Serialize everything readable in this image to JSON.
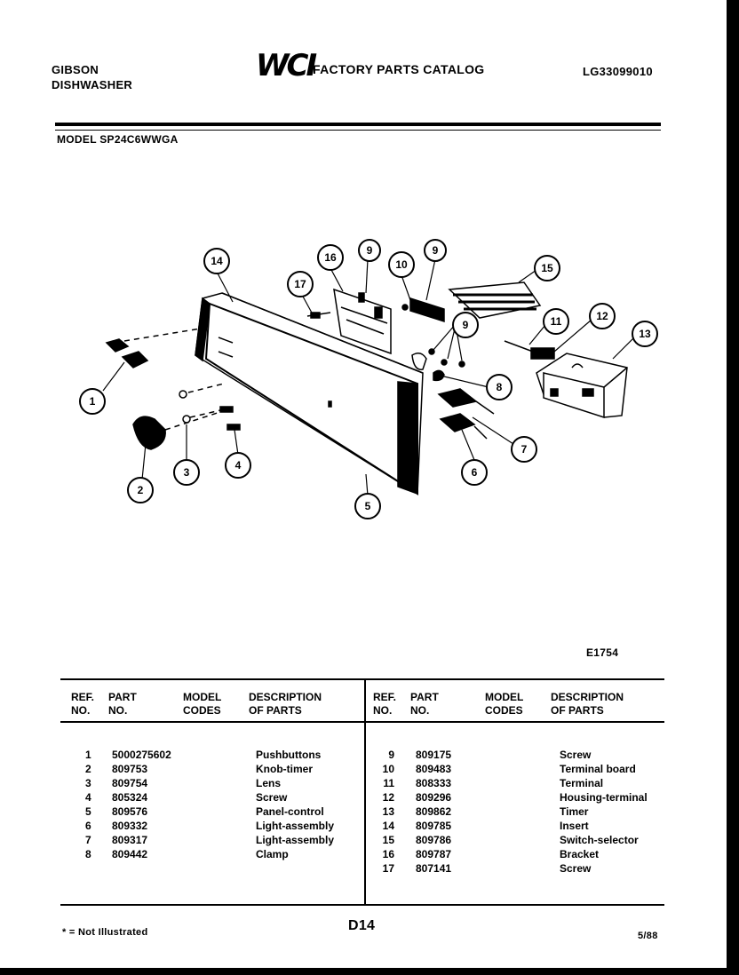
{
  "header": {
    "brand_line1": "GIBSON",
    "brand_line2": "DISHWASHER",
    "logo_text": "WCI",
    "catalog_title": "FACTORY PARTS CATALOG",
    "catalog_code": "LG33099010",
    "model_line": "MODEL SP24C6WWGA"
  },
  "diagram": {
    "callouts": [
      "1",
      "2",
      "3",
      "4",
      "5",
      "6",
      "7",
      "8",
      "9",
      "9",
      "9",
      "10",
      "11",
      "12",
      "13",
      "14",
      "15",
      "16",
      "17"
    ],
    "figure_code": "E1754"
  },
  "table": {
    "headers": {
      "ref": [
        "REF.",
        "NO."
      ],
      "part": [
        "PART",
        "NO."
      ],
      "model": [
        "MODEL",
        "CODES"
      ],
      "desc": [
        "DESCRIPTION",
        "OF PARTS"
      ]
    },
    "left_rows": [
      {
        "ref": "1",
        "part": "5000275602",
        "desc": "Pushbuttons"
      },
      {
        "ref": "2",
        "part": "809753",
        "desc": "Knob-timer"
      },
      {
        "ref": "3",
        "part": "809754",
        "desc": "Lens"
      },
      {
        "ref": "4",
        "part": "805324",
        "desc": "Screw"
      },
      {
        "ref": "5",
        "part": "809576",
        "desc": "Panel-control"
      },
      {
        "ref": "6",
        "part": "809332",
        "desc": "Light-assembly"
      },
      {
        "ref": "7",
        "part": "809317",
        "desc": "Light-assembly"
      },
      {
        "ref": "8",
        "part": "809442",
        "desc": "Clamp"
      }
    ],
    "right_rows": [
      {
        "ref": "9",
        "part": "809175",
        "desc": "Screw"
      },
      {
        "ref": "10",
        "part": "809483",
        "desc": "Terminal board"
      },
      {
        "ref": "11",
        "part": "808333",
        "desc": "Terminal"
      },
      {
        "ref": "12",
        "part": "809296",
        "desc": "Housing-terminal"
      },
      {
        "ref": "13",
        "part": "809862",
        "desc": "Timer"
      },
      {
        "ref": "14",
        "part": "809785",
        "desc": "Insert"
      },
      {
        "ref": "15",
        "part": "809786",
        "desc": "Switch-selector"
      },
      {
        "ref": "16",
        "part": "809787",
        "desc": "Bracket"
      },
      {
        "ref": "17",
        "part": "807141",
        "desc": "Screw"
      }
    ]
  },
  "footer": {
    "note": "* = Not Illustrated",
    "page": "D14",
    "date": "5/88"
  }
}
